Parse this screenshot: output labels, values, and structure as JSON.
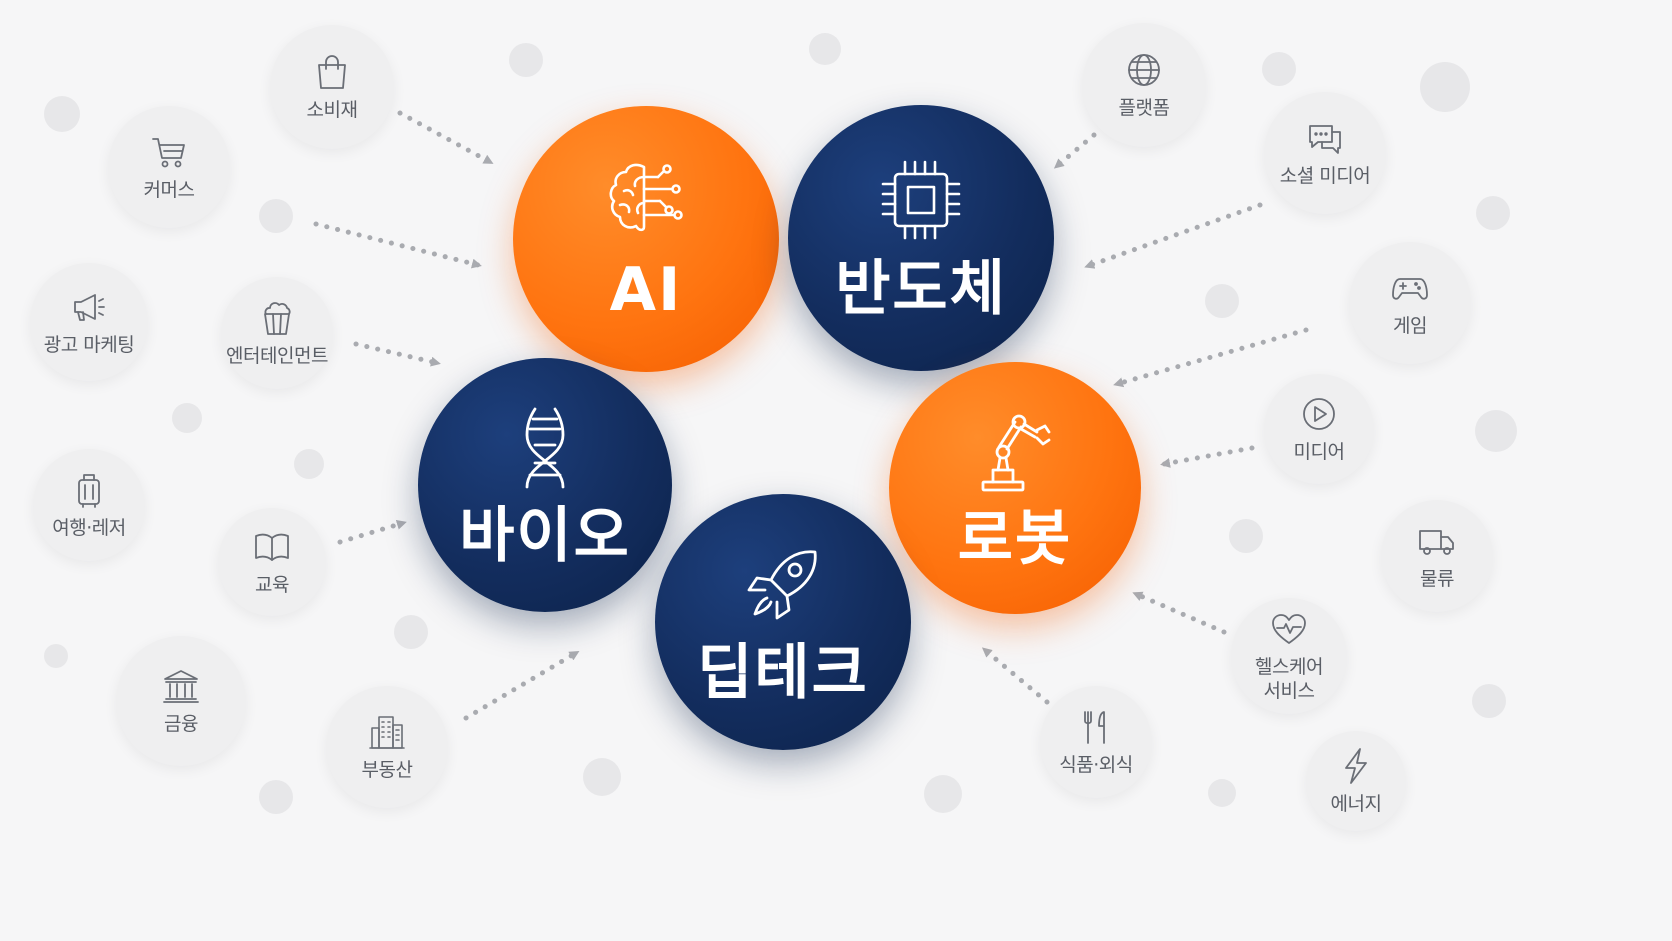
{
  "core_nodes": {
    "ai": {
      "label": "AI",
      "icon": "brain-circuit-icon",
      "color": "#ff7410"
    },
    "semiconductor": {
      "label": "반도체",
      "icon": "chip-icon",
      "color": "#132d5e"
    },
    "bio": {
      "label": "바이오",
      "icon": "dna-icon",
      "color": "#132d5e"
    },
    "robot": {
      "label": "로봇",
      "icon": "robot-arm-icon",
      "color": "#ff7410"
    },
    "deeptech": {
      "label": "딥테크",
      "icon": "rocket-icon",
      "color": "#132d5e"
    }
  },
  "left_industries": [
    {
      "label": "소비재",
      "icon": "shopping-bag-icon"
    },
    {
      "label": "커머스",
      "icon": "cart-icon"
    },
    {
      "label": "광고 마케팅",
      "icon": "megaphone-icon"
    },
    {
      "label": "엔터테인먼트",
      "icon": "popcorn-icon"
    },
    {
      "label": "여행·레저",
      "icon": "suitcase-icon"
    },
    {
      "label": "교육",
      "icon": "book-icon"
    },
    {
      "label": "금융",
      "icon": "bank-icon"
    },
    {
      "label": "부동산",
      "icon": "buildings-icon"
    }
  ],
  "right_industries": [
    {
      "label": "플랫폼",
      "icon": "globe-icon"
    },
    {
      "label": "소셜 미디어",
      "icon": "chat-bubbles-icon"
    },
    {
      "label": "게임",
      "icon": "gamepad-icon"
    },
    {
      "label": "미디어",
      "icon": "play-icon"
    },
    {
      "label": "물류",
      "icon": "truck-icon"
    },
    {
      "label": "헬스케어\n서비스",
      "icon": "heart-pulse-icon"
    },
    {
      "label": "식품·외식",
      "icon": "utensils-icon"
    },
    {
      "label": "에너지",
      "icon": "lightning-icon"
    }
  ],
  "colors": {
    "orange": "#ff7410",
    "navy": "#132d5e",
    "satellite_bg": "#efeff0",
    "satellite_text": "#5a5e66",
    "arrow": "#a9abb0",
    "background": "#f6f6f7"
  }
}
